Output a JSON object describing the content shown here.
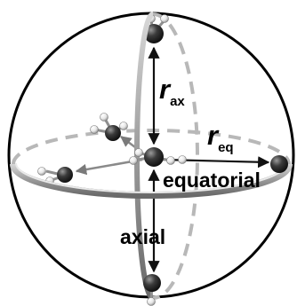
{
  "labels": {
    "r_symbol_ax": "r",
    "r_sub_ax": "ax",
    "r_symbol_eq": "r",
    "r_sub_eq": "eq",
    "equatorial": "equatorial",
    "axial": "axial"
  },
  "colors": {
    "sphere_outline": "#000000",
    "ring_dashed": "#b0b0b0",
    "ring_solid": "#8a8a8a",
    "arrow": "#111111",
    "bond_light": "#8f8f8f",
    "atom_dark": "#2f2f2f",
    "atom_light": "#f2f2f2"
  }
}
